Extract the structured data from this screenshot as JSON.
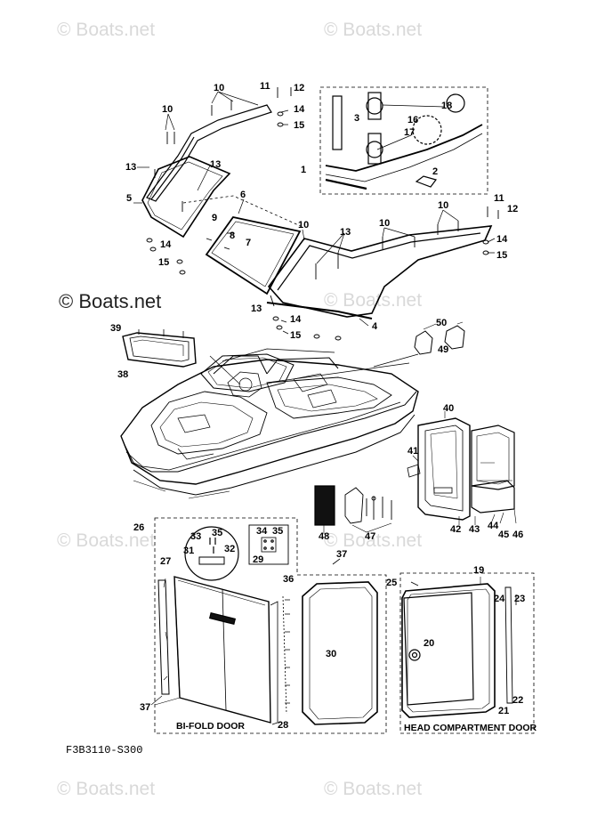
{
  "watermark": {
    "text": "© Boats.net"
  },
  "figure_code": "F3B3110-S300",
  "captions": {
    "bifold": "BI-FOLD DOOR",
    "head": "HEAD COMPARTMENT DOOR"
  },
  "callouts": [
    {
      "id": "c1",
      "text": "1"
    },
    {
      "id": "c2",
      "text": "2"
    },
    {
      "id": "c3",
      "text": "3"
    },
    {
      "id": "c4",
      "text": "4"
    },
    {
      "id": "c5",
      "text": "5"
    },
    {
      "id": "c6",
      "text": "6"
    },
    {
      "id": "c7",
      "text": "7"
    },
    {
      "id": "c8",
      "text": "8"
    },
    {
      "id": "c9",
      "text": "9"
    },
    {
      "id": "c10a",
      "text": "10"
    },
    {
      "id": "c10b",
      "text": "10"
    },
    {
      "id": "c10c",
      "text": "10"
    },
    {
      "id": "c10d",
      "text": "10"
    },
    {
      "id": "c10e",
      "text": "10"
    },
    {
      "id": "c11a",
      "text": "11"
    },
    {
      "id": "c11b",
      "text": "11"
    },
    {
      "id": "c12a",
      "text": "12"
    },
    {
      "id": "c12b",
      "text": "12"
    },
    {
      "id": "c13a",
      "text": "13"
    },
    {
      "id": "c13b",
      "text": "13"
    },
    {
      "id": "c13c",
      "text": "13"
    },
    {
      "id": "c13d",
      "text": "13"
    },
    {
      "id": "c14a",
      "text": "14"
    },
    {
      "id": "c14b",
      "text": "14"
    },
    {
      "id": "c14c",
      "text": "14"
    },
    {
      "id": "c14d",
      "text": "14"
    },
    {
      "id": "c15a",
      "text": "15"
    },
    {
      "id": "c15b",
      "text": "15"
    },
    {
      "id": "c15c",
      "text": "15"
    },
    {
      "id": "c15d",
      "text": "15"
    },
    {
      "id": "c16",
      "text": "16"
    },
    {
      "id": "c17",
      "text": "17"
    },
    {
      "id": "c18",
      "text": "18"
    },
    {
      "id": "c19",
      "text": "19"
    },
    {
      "id": "c20",
      "text": "20"
    },
    {
      "id": "c21",
      "text": "21"
    },
    {
      "id": "c22",
      "text": "22"
    },
    {
      "id": "c23",
      "text": "23"
    },
    {
      "id": "c24",
      "text": "24"
    },
    {
      "id": "c25",
      "text": "25"
    },
    {
      "id": "c26",
      "text": "26"
    },
    {
      "id": "c27",
      "text": "27"
    },
    {
      "id": "c28",
      "text": "28"
    },
    {
      "id": "c29",
      "text": "29"
    },
    {
      "id": "c30",
      "text": "30"
    },
    {
      "id": "c31",
      "text": "31"
    },
    {
      "id": "c32",
      "text": "32"
    },
    {
      "id": "c33",
      "text": "33"
    },
    {
      "id": "c34",
      "text": "34"
    },
    {
      "id": "c35a",
      "text": "35"
    },
    {
      "id": "c35b",
      "text": "35"
    },
    {
      "id": "c36",
      "text": "36"
    },
    {
      "id": "c37a",
      "text": "37"
    },
    {
      "id": "c37b",
      "text": "37"
    },
    {
      "id": "c38",
      "text": "38"
    },
    {
      "id": "c39",
      "text": "39"
    },
    {
      "id": "c40",
      "text": "40"
    },
    {
      "id": "c41",
      "text": "41"
    },
    {
      "id": "c42",
      "text": "42"
    },
    {
      "id": "c43",
      "text": "43"
    },
    {
      "id": "c44",
      "text": "44"
    },
    {
      "id": "c45",
      "text": "45"
    },
    {
      "id": "c46",
      "text": "46"
    },
    {
      "id": "c47",
      "text": "47"
    },
    {
      "id": "c48",
      "text": "48"
    },
    {
      "id": "c49",
      "text": "49"
    },
    {
      "id": "c50",
      "text": "50"
    }
  ]
}
